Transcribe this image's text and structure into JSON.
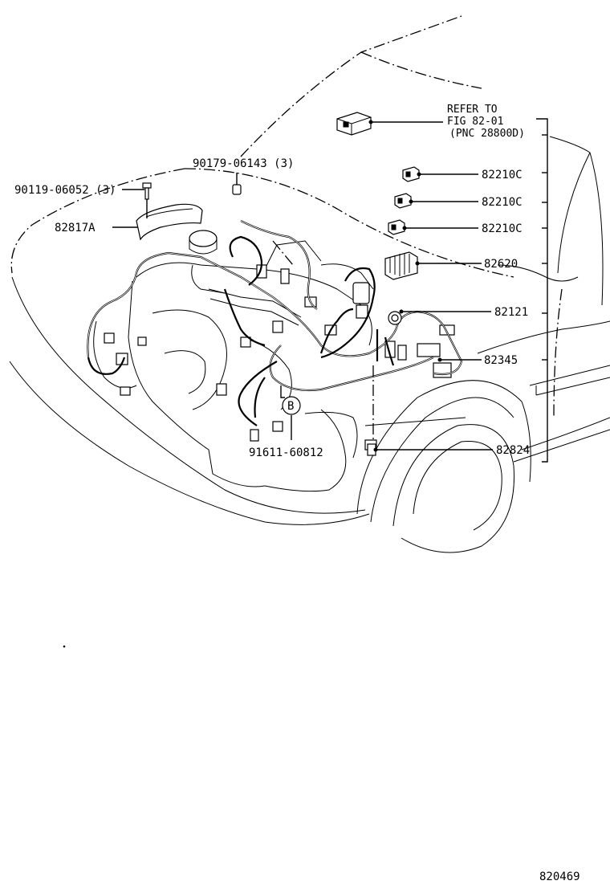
{
  "diagram_id": "820469",
  "refer": {
    "line1": "REFER TO",
    "line2": "FIG 82-01",
    "line3": "(PNC 28800D)"
  },
  "labels": {
    "bolt": "90119-06052 (3)",
    "clamp": "90179-06143 (3)",
    "bracket": "82817A",
    "relay_1": "82210C",
    "relay_2": "82210C",
    "relay_3": "82210C",
    "connector": "82620",
    "harness": "82121",
    "cord": "82345",
    "bracket_lower": "82824",
    "ref_circle": "B",
    "bolt_lower": "91611-60812"
  }
}
